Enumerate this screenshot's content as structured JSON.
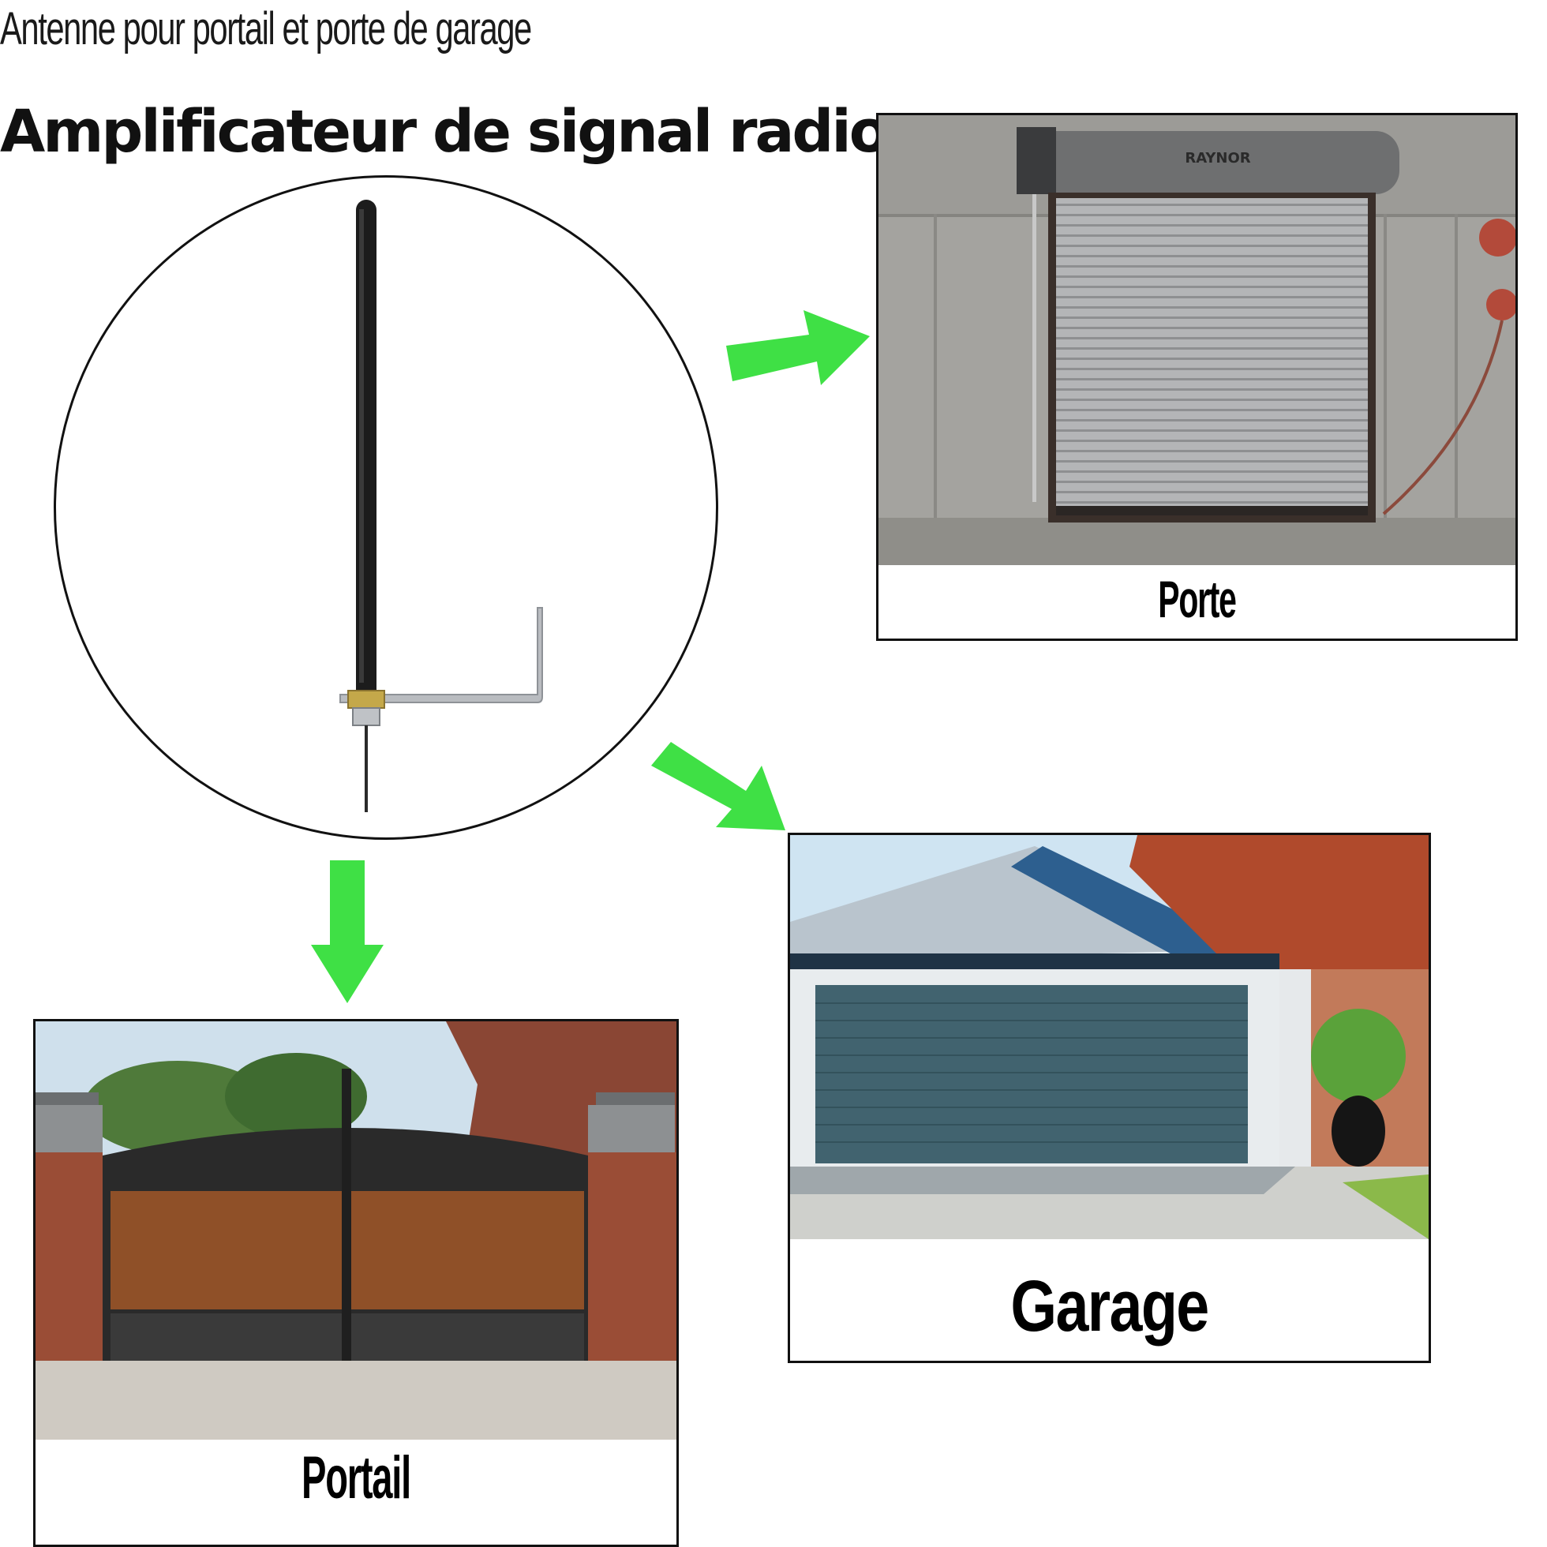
{
  "header": {
    "subtitle": "Antenne pour portail et porte de garage",
    "title": "Amplificateur de signal radio"
  },
  "panels": {
    "door": {
      "caption": "Porte",
      "brand": "RAYNOR"
    },
    "garage": {
      "caption": "Garage"
    },
    "gate": {
      "caption": "Portail"
    }
  },
  "colors": {
    "arrow": "#3fe045",
    "border": "#111111"
  },
  "icons": [
    "antenna-icon",
    "arrow-right-icon",
    "arrow-diagonal-icon",
    "arrow-down-icon"
  ]
}
